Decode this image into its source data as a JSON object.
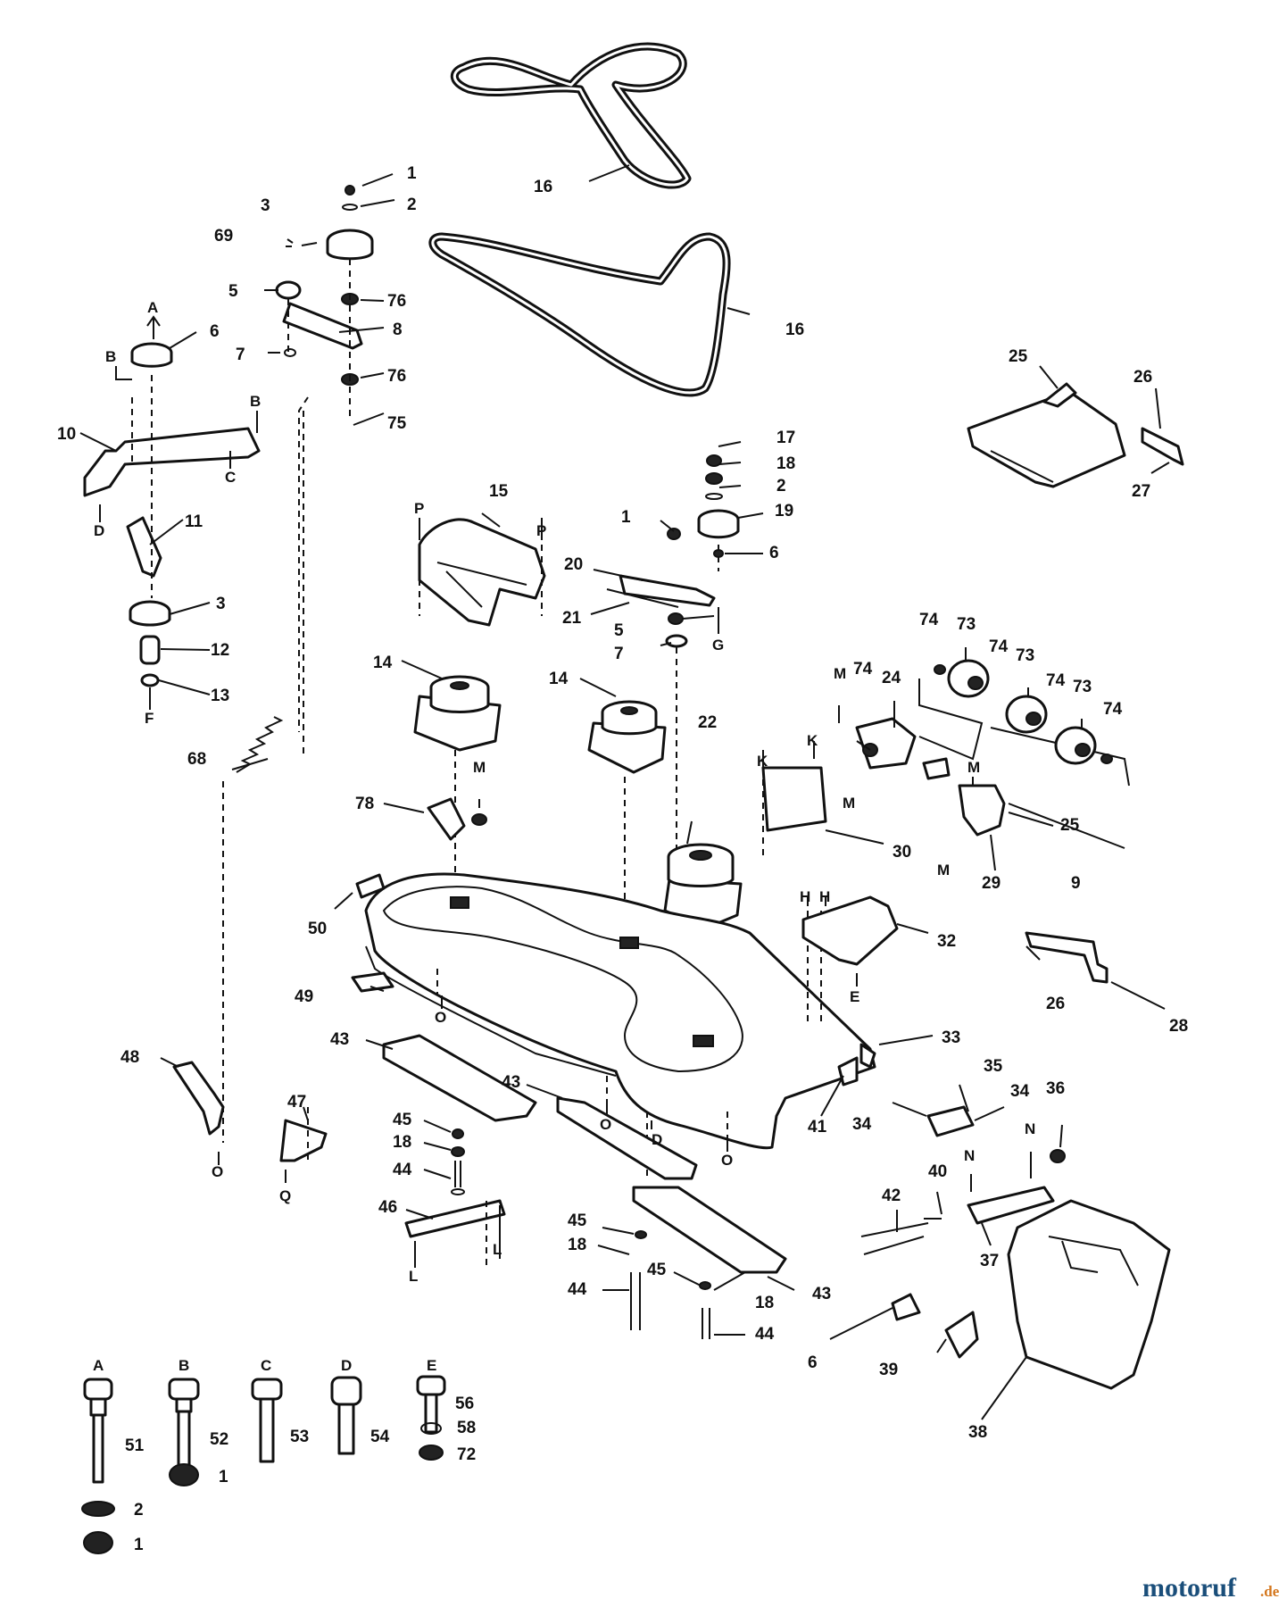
{
  "labels": {
    "belt_upper": "16",
    "belt_lower": "16",
    "n1_top": "1",
    "n2_top": "2",
    "n3_top": "3",
    "n69": "69",
    "n5_left": "5",
    "n76_a": "76",
    "n8_arm": "8",
    "n7_left": "7",
    "n76_b": "76",
    "n75": "75",
    "n6": "6",
    "n10": "10",
    "n11": "11",
    "n3_left": "3",
    "n12": "12",
    "n13": "13",
    "n68": "68",
    "n15": "15",
    "n1_mid": "1",
    "n17": "17",
    "n18_top": "18",
    "n2_mid": "2",
    "n19": "19",
    "n6_mid": "6",
    "n20": "20",
    "n21": "21",
    "n5_mid": "5",
    "n7_mid": "7",
    "n14_left": "14",
    "n14_mid": "14",
    "n22": "22",
    "n78": "78",
    "n25_top": "25",
    "n26_top": "26",
    "n27": "27",
    "n74_a": "74",
    "n73_a": "73",
    "n74_b": "74",
    "n73_b": "73",
    "n74_c": "74",
    "n73_c": "73",
    "n74_d": "74",
    "n74_e": "74",
    "n24": "24",
    "n25_mid": "25",
    "n29": "29",
    "n9": "9",
    "n30": "30",
    "n32": "32",
    "n50": "50",
    "n49": "49",
    "n48": "48",
    "n47": "47",
    "n43_left": "43",
    "n43_mid": "43",
    "n43_right": "43",
    "n45_left": "45",
    "n18_left": "18",
    "n44_left": "44",
    "n46": "46",
    "n45_low": "45",
    "n18_low": "18",
    "n44_low": "44",
    "n45_r": "45",
    "n18_r": "18",
    "n44_r": "44",
    "n26_right": "26",
    "n28": "28",
    "n33": "33",
    "n41": "41",
    "n34_a": "34",
    "n35": "35",
    "n34_b": "34",
    "n36": "36",
    "n42": "42",
    "n40": "40",
    "n37": "37",
    "n38": "38",
    "n39": "39",
    "n6_low": "6",
    "n51": "51",
    "n52": "52",
    "n53": "53",
    "n54": "54",
    "n56": "56",
    "n58": "58",
    "n72": "72",
    "n1_bolt": "1",
    "n2_bolt": "2",
    "n1_bolt2": "1"
  },
  "letters": {
    "A_top": "A",
    "B_a": "B",
    "B_b": "B",
    "C_a": "C",
    "D_a": "D",
    "F_a": "F",
    "P_a": "P",
    "P_b": "P",
    "G_a": "G",
    "M_a": "M",
    "M_b": "M",
    "M_c": "M",
    "M_d": "M",
    "M_e": "M",
    "K_a": "K",
    "K_b": "K",
    "H_a": "H",
    "H_b": "H",
    "E_a": "E",
    "O_a": "O",
    "O_b": "O",
    "O_c": "O",
    "O_d": "O",
    "D_b": "D",
    "L_a": "L",
    "L_b": "L",
    "Q_a": "Q",
    "N_a": "N",
    "N_b": "N",
    "bolt_A": "A",
    "bolt_B": "B",
    "bolt_C": "C",
    "bolt_D": "D",
    "bolt_E": "E"
  },
  "watermark": {
    "brand": "motoruf",
    "tld": ".de"
  }
}
